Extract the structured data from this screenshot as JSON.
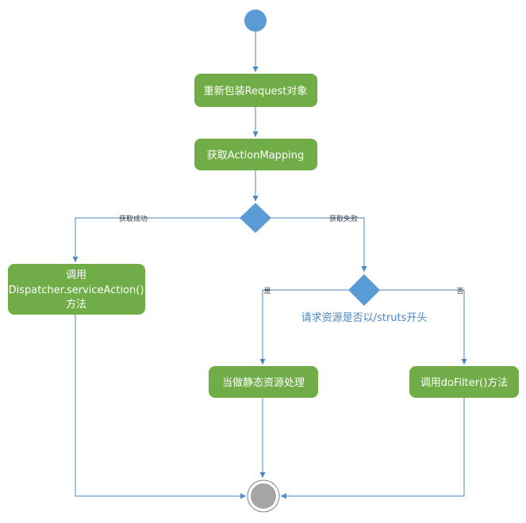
{
  "colors": {
    "action_fill": "#70ad47",
    "action_text": "#ffffff",
    "start_fill": "#5b9bd5",
    "decision_fill": "#5b9bd5",
    "edge": "#4a86c5",
    "end_fill": "#a5a5a5",
    "end_ring": "#808080",
    "decision_label": "#4a86c5"
  },
  "nodes": {
    "rewrap_request": "重新包装Request对象",
    "get_action_mapping": "获取ActionMapping",
    "dispatcher_call": [
      "调用",
      "Dispatcher.serviceAction()",
      "方法"
    ],
    "static_resource": "当做静态资源处理",
    "do_filter": "调用doFilter()方法"
  },
  "decisions": {
    "struts_check": "请求资源是否以/struts开头"
  },
  "edge_labels": {
    "success": "获取成功",
    "failure": "获取失败",
    "yes": "是",
    "no": "否"
  }
}
